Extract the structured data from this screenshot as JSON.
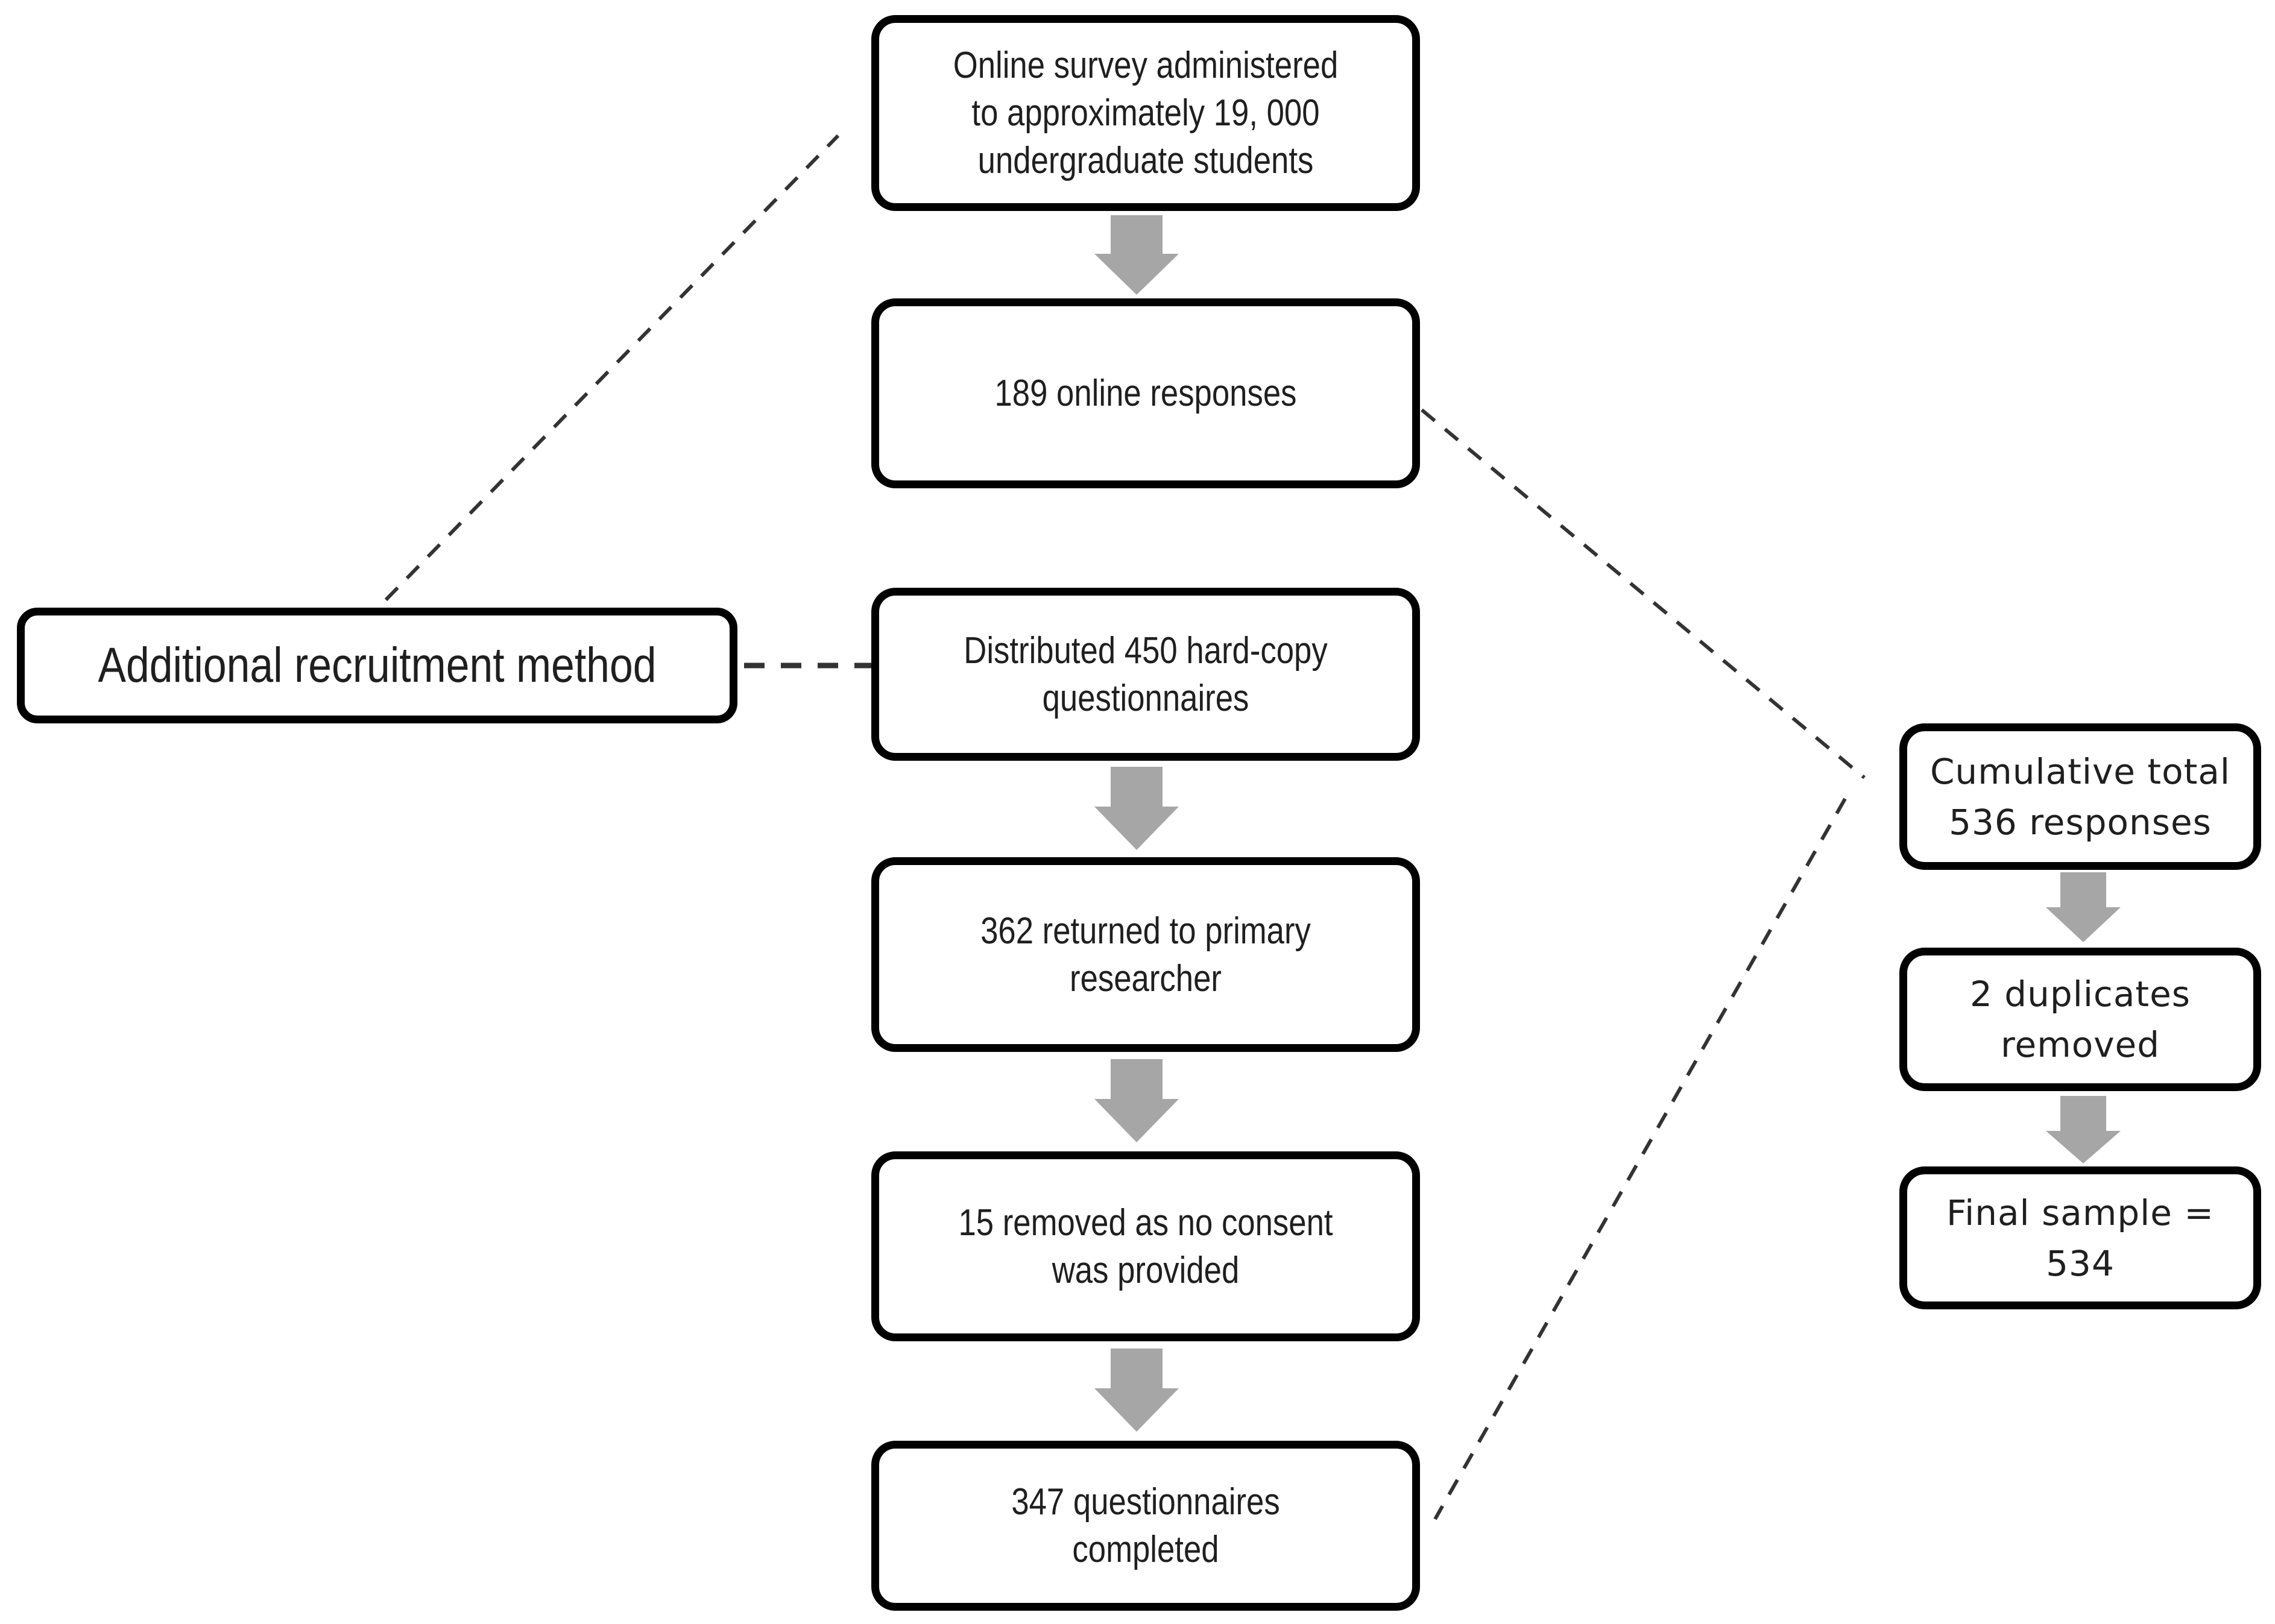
{
  "theme": {
    "background": "#ffffff",
    "box_border": "#000000",
    "text": "#1f1f1f",
    "arrow_fill": "#a6a6a6",
    "dash_stroke": "#333333"
  },
  "nodes": {
    "online_survey": "Online survey administered\nto approximately 19, 000\nundergraduate students",
    "online_responses": "189 online responses",
    "additional_recruitment": "Additional recruitment method",
    "distributed_questionnaires": "Distributed 450 hard-copy\nquestionnaires",
    "returned_to_researcher": "362 returned to primary\nresearcher",
    "removed_no_consent": "15 removed as no consent\nwas provided",
    "questionnaires_completed": "347 questionnaires\ncompleted",
    "cumulative_total": "Cumulative total\n536 responses",
    "duplicates_removed": "2 duplicates\nremoved",
    "final_sample": "Final sample =\n534"
  }
}
